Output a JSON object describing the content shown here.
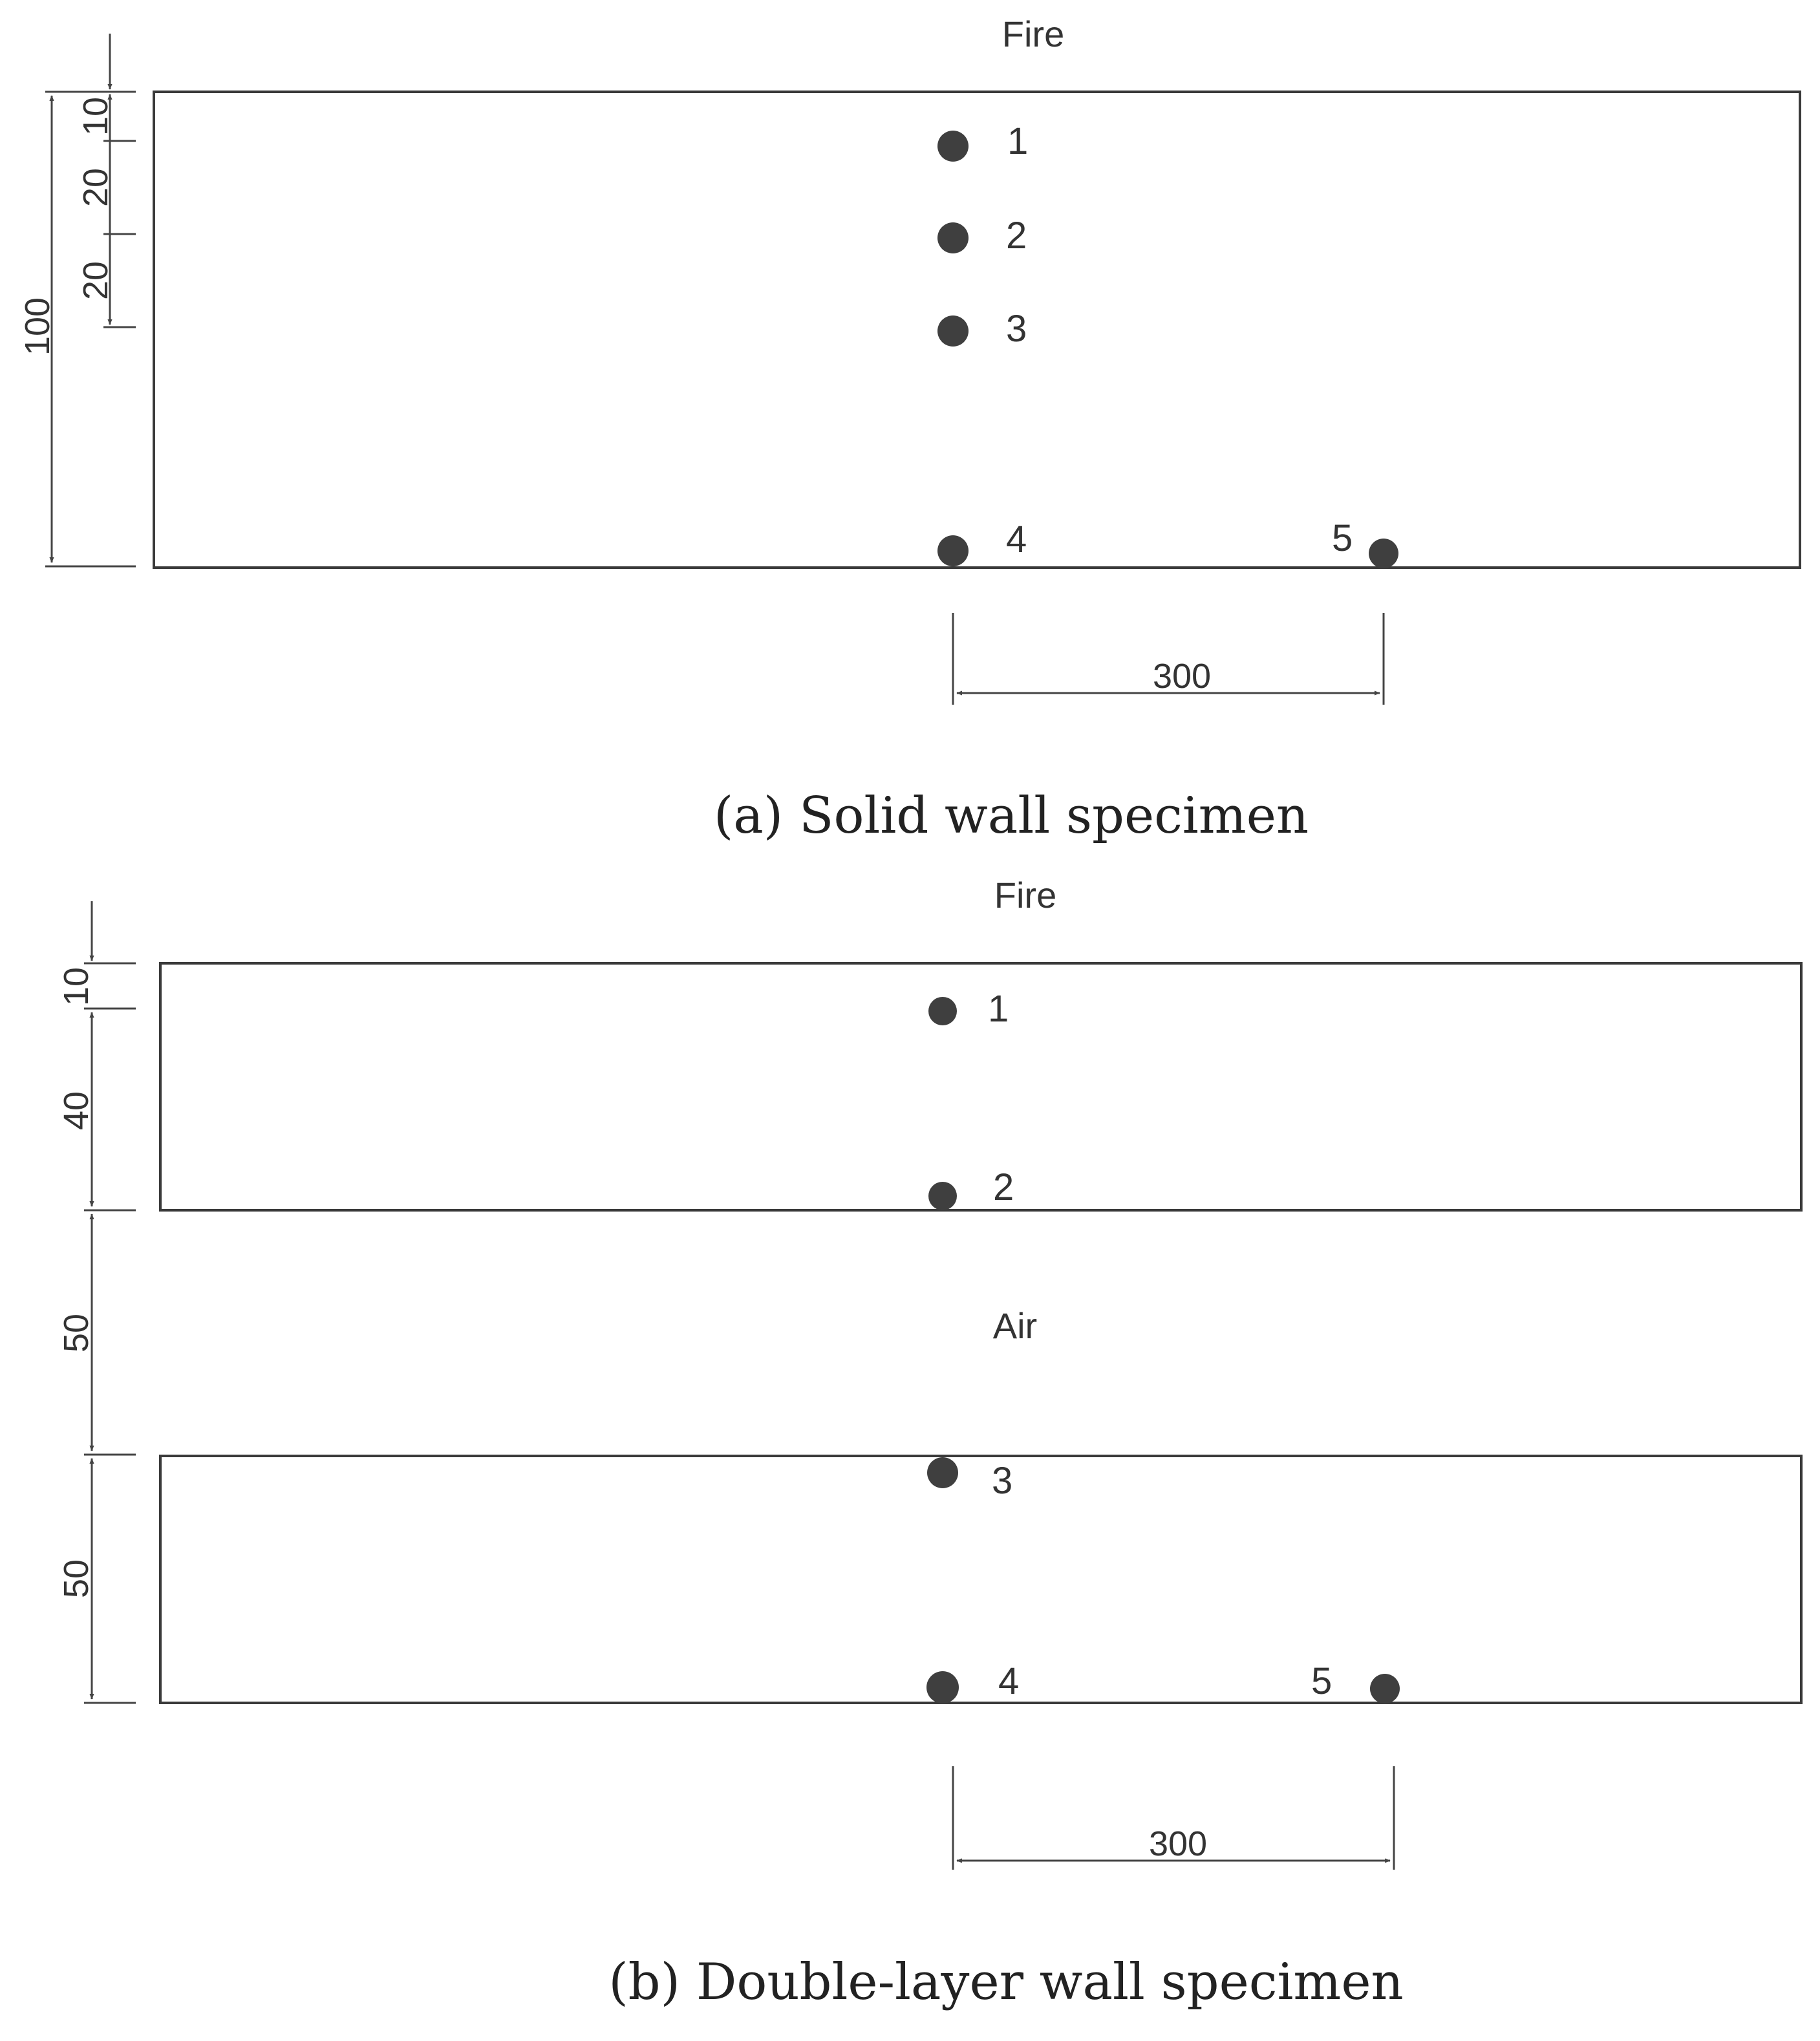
{
  "figure_a": {
    "top_label": "Fire",
    "caption": "(a) Solid wall specimen",
    "points": [
      "1",
      "2",
      "3",
      "4",
      "5"
    ],
    "dims": {
      "d10": "10",
      "d20a": "20",
      "d20b": "20",
      "total": "100",
      "spacing": "300"
    }
  },
  "figure_b": {
    "top_label": "Fire",
    "gap_label": "Air",
    "caption": "(b) Double-layer wall specimen",
    "points": [
      "1",
      "2",
      "3",
      "4",
      "5"
    ],
    "dims": {
      "d10": "10",
      "d40": "40",
      "d50a": "50",
      "d50b": "50",
      "spacing": "300"
    }
  },
  "colors": {
    "line": "#3a3a3a",
    "dot": "#3f3f3f",
    "text": "#333333"
  }
}
